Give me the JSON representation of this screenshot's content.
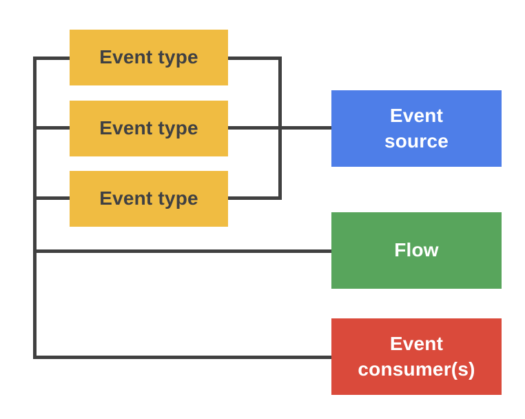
{
  "diagram": {
    "background": "#FFFFFF",
    "connector_color": "#404040",
    "event_types": [
      {
        "label": "Event type",
        "fill": "#F0BC42",
        "text_color": "#3F4043"
      },
      {
        "label": "Event type",
        "fill": "#F0BC42",
        "text_color": "#3F4043"
      },
      {
        "label": "Event type",
        "fill": "#F0BC42",
        "text_color": "#3F4043"
      }
    ],
    "event_source": {
      "label": "Event\nsource",
      "fill": "#4E7EE8",
      "text_color": "#FFFFFF"
    },
    "flow": {
      "label": "Flow",
      "fill": "#58A55C",
      "text_color": "#FFFFFF"
    },
    "event_consumers": {
      "label": "Event\nconsumer(s)",
      "fill": "#DA4A3B",
      "text_color": "#FFFFFF"
    }
  }
}
